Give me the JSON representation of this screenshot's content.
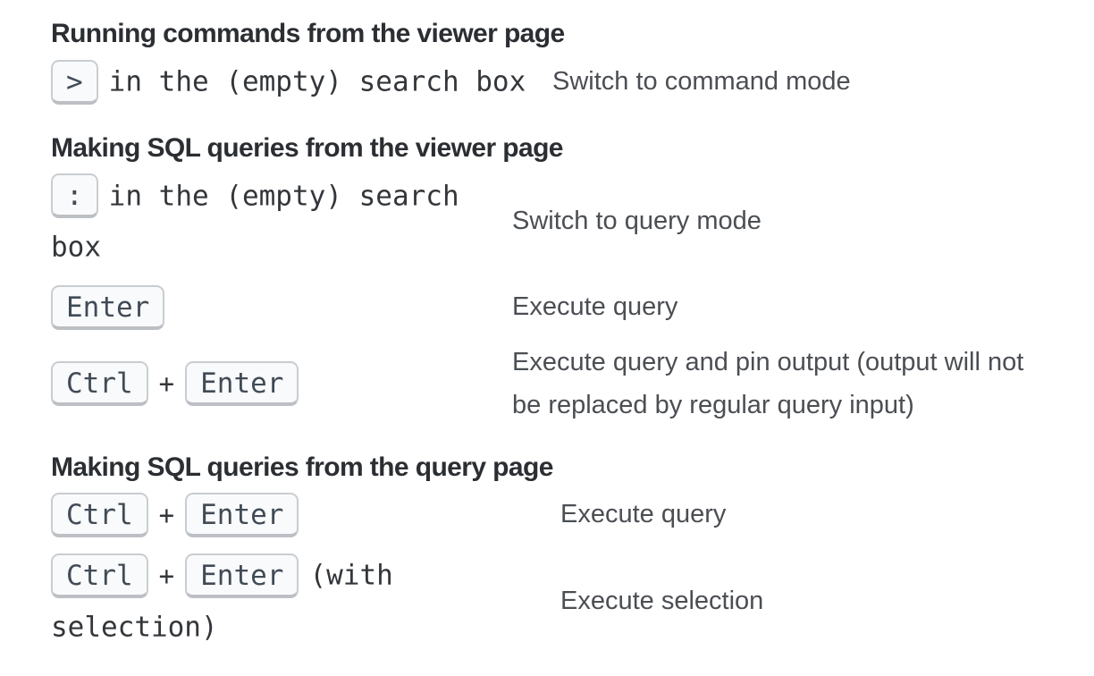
{
  "key_separator": "+",
  "colors": {
    "heading": "#2b2e32",
    "mono_text": "#33363a",
    "description_text": "#4b4e53",
    "kbd_text": "#414b56",
    "kbd_background": "#f9fafb",
    "kbd_border": "#c9cdd1",
    "kbd_border_bottom": "#bcc0c4"
  },
  "sections": [
    {
      "heading": "Running commands from the viewer page",
      "rows": [
        {
          "keys": [
            ">"
          ],
          "suffix": "in the (empty) search box",
          "description": "Switch to command mode"
        }
      ]
    },
    {
      "heading": "Making SQL queries from the viewer page",
      "rows": [
        {
          "keys": [
            ":"
          ],
          "suffix": "in the (empty) search box",
          "description": "Switch to query mode"
        },
        {
          "keys": [
            "Enter"
          ],
          "description": "Execute query"
        },
        {
          "keys": [
            "Ctrl",
            "Enter"
          ],
          "description": "Execute query and pin output (output will not be replaced by regular query input)"
        }
      ]
    },
    {
      "heading": "Making SQL queries from the query page",
      "rows": [
        {
          "keys": [
            "Ctrl",
            "Enter"
          ],
          "description": "Execute query"
        },
        {
          "keys": [
            "Ctrl",
            "Enter"
          ],
          "suffix": "(with selection)",
          "description": "Execute selection"
        }
      ]
    }
  ]
}
